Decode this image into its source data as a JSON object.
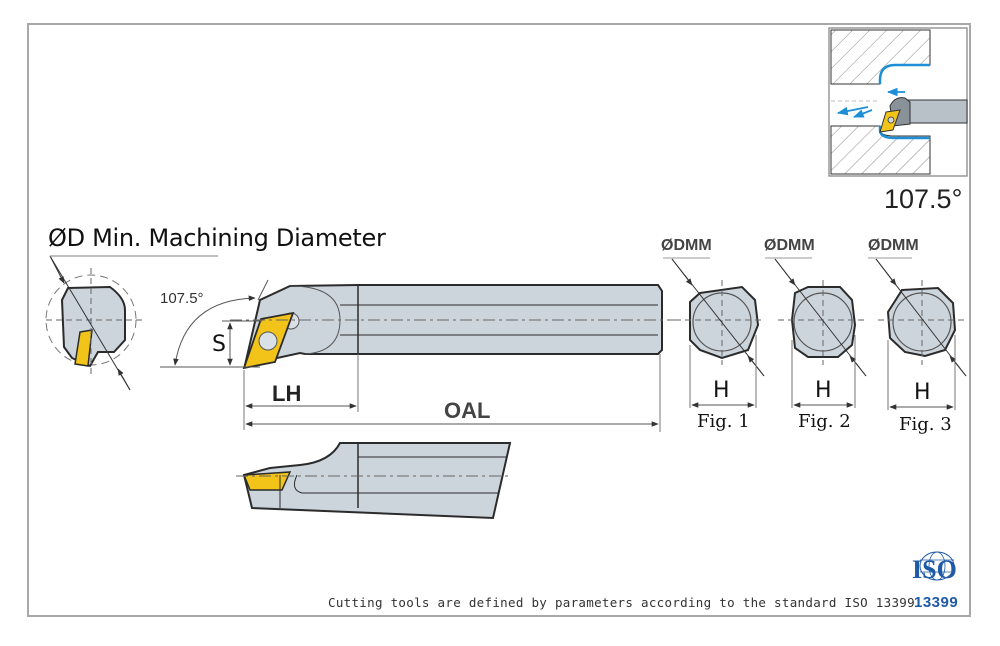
{
  "title": "ØD Min. Machining Diameter",
  "approach_angle_large": "107.5°",
  "approach_angle_small": "107.5°",
  "dimension_labels": {
    "s": "S",
    "lh": "LH",
    "oal": "OAL"
  },
  "cross_sections": [
    {
      "diameter_label": "ØDMM",
      "width_label": "H",
      "caption": "Fig. 1"
    },
    {
      "diameter_label": "ØDMM",
      "width_label": "H",
      "caption": "Fig. 2"
    },
    {
      "diameter_label": "ØDMM",
      "width_label": "H",
      "caption": "Fig. 3"
    }
  ],
  "footer_note": "Cutting tools are defined by parameters according to the standard ISO 13399",
  "iso_logo": {
    "text": "ISO",
    "number": "13399"
  },
  "colors": {
    "tool_body": "#cdd5dc",
    "insert": "#f2c318",
    "outline": "#2b2b2b",
    "dimension": "#555555",
    "workpiece_edge": "#1c8fd6",
    "iso_blue": "#1f5aa6",
    "frame": "#a8a8a8"
  }
}
